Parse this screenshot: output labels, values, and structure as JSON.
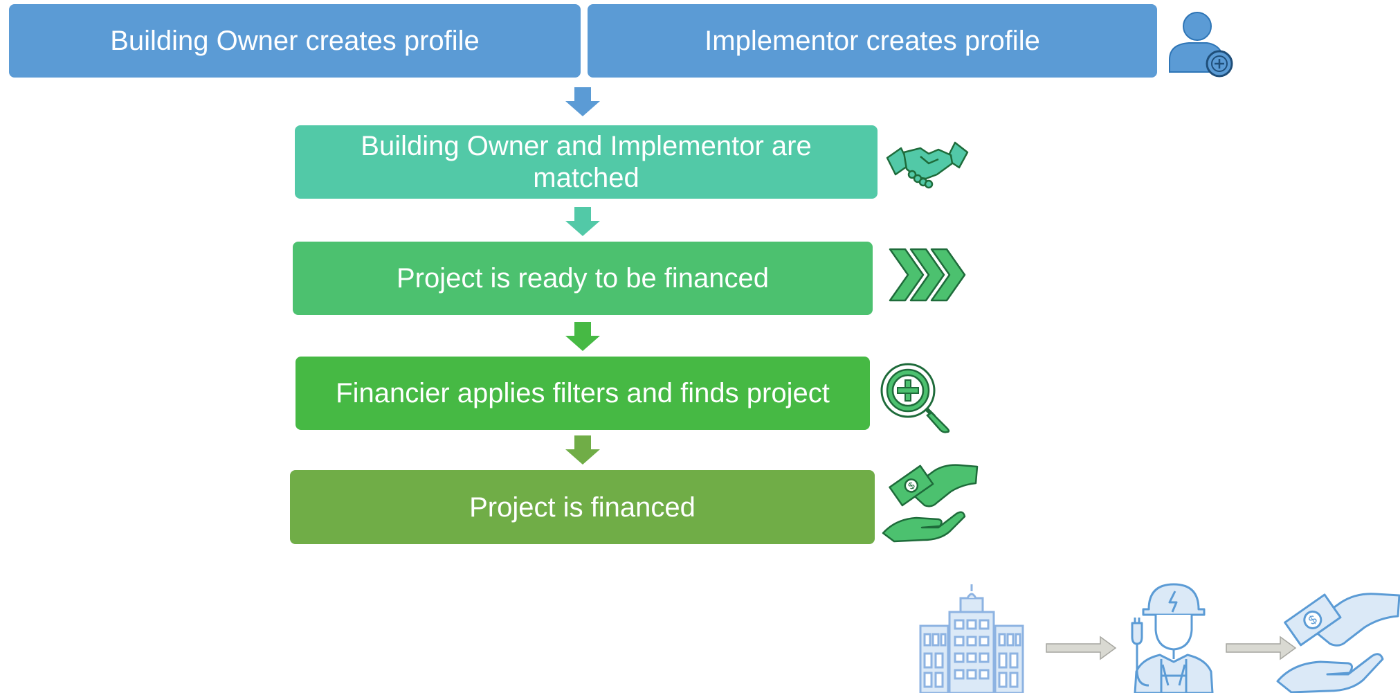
{
  "steps": {
    "owner_profile": "Building Owner creates profile",
    "implementor_profile": "Implementor creates profile",
    "matched": "Building Owner and Implementor are matched",
    "ready": "Project is ready to be financed",
    "filters": "Financier applies filters and finds project",
    "financed": "Project is financed"
  },
  "icons": {
    "add_user": "add-user-icon",
    "handshake": "handshake-icon",
    "chevrons": "chevrons-icon",
    "magnifier": "magnifier-plus-icon",
    "money_hand": "money-hand-icon",
    "building": "building-icon",
    "worker": "worker-icon"
  },
  "colors": {
    "profile_blue": "#5b9bd5",
    "matched_teal": "#52c9a7",
    "ready_green": "#4cc16f",
    "filters_green": "#46b944",
    "financed_green": "#70ad47",
    "outline_light_blue": "#8db3e2",
    "fill_light_blue": "#dbe9f7",
    "connector_gray": "#d9d9d2"
  }
}
